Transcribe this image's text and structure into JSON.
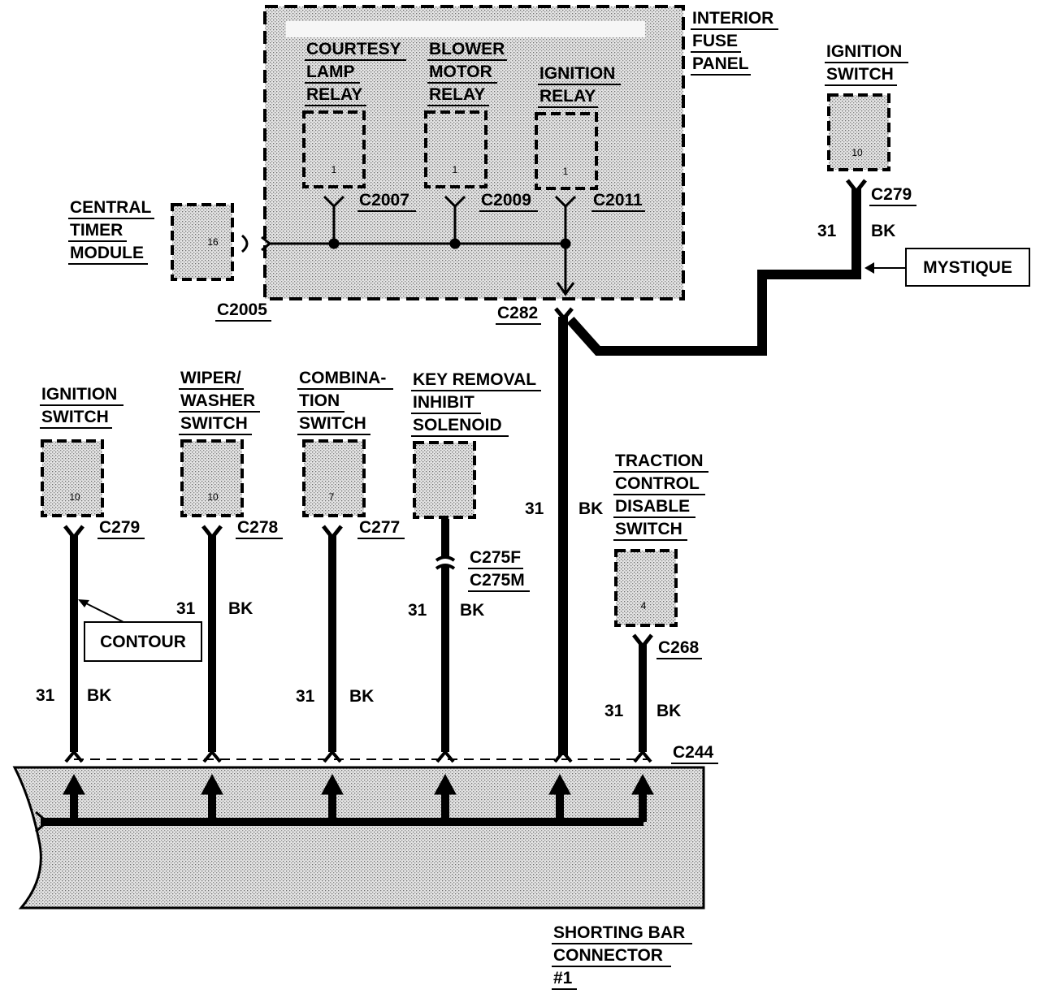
{
  "interior_fuse_panel": {
    "title_lines": [
      "INTERIOR",
      "FUSE",
      "PANEL"
    ],
    "courtesy_relay": {
      "lines": [
        "COURTESY",
        "LAMP",
        "RELAY"
      ],
      "pin": "1",
      "connector": "C2007"
    },
    "blower_relay": {
      "lines": [
        "BLOWER",
        "MOTOR",
        "RELAY"
      ],
      "pin": "1",
      "connector": "C2009"
    },
    "ignition_relay": {
      "lines": [
        "IGNITION",
        "RELAY"
      ],
      "pin": "1",
      "connector": "C2011"
    },
    "connector_in": "C2005",
    "connector_out": "C282"
  },
  "central_timer_module": {
    "lines": [
      "CENTRAL",
      "TIMER",
      "MODULE"
    ],
    "pin": "16"
  },
  "ignition_switch_top": {
    "lines": [
      "IGNITION",
      "SWITCH"
    ],
    "pin": "10",
    "connector": "C279",
    "circuit": "31",
    "color": "BK"
  },
  "mystique_note": "MYSTIQUE",
  "contour_note": "CONTOUR",
  "c282_wire": {
    "circuit": "31",
    "color": "BK"
  },
  "bottom_components": [
    {
      "lines": [
        "IGNITION",
        "SWITCH"
      ],
      "pin": "10",
      "connector": "C279",
      "circuit": "31",
      "color": "BK"
    },
    {
      "lines": [
        "WIPER/",
        "WASHER",
        "SWITCH"
      ],
      "pin": "10",
      "connector": "C278",
      "circuit": "31",
      "color": "BK"
    },
    {
      "lines": [
        "COMBINA-",
        "TION",
        "SWITCH"
      ],
      "pin": "7",
      "connector": "C277",
      "circuit": "31",
      "color": "BK"
    },
    {
      "lines": [
        "KEY REMOVAL",
        "INHIBIT",
        "SOLENOID"
      ],
      "pin": "",
      "connector_lines": [
        "C275F",
        "C275M"
      ],
      "circuit": "31",
      "color": "BK"
    },
    {
      "lines": [
        "TRACTION",
        "CONTROL",
        "DISABLE",
        "SWITCH"
      ],
      "pin": "4",
      "connector": "C268",
      "circuit": "31",
      "color": "BK"
    }
  ],
  "shorting_bar": {
    "lines": [
      "SHORTING BAR",
      "CONNECTOR",
      "#1"
    ],
    "connector": "C244"
  }
}
